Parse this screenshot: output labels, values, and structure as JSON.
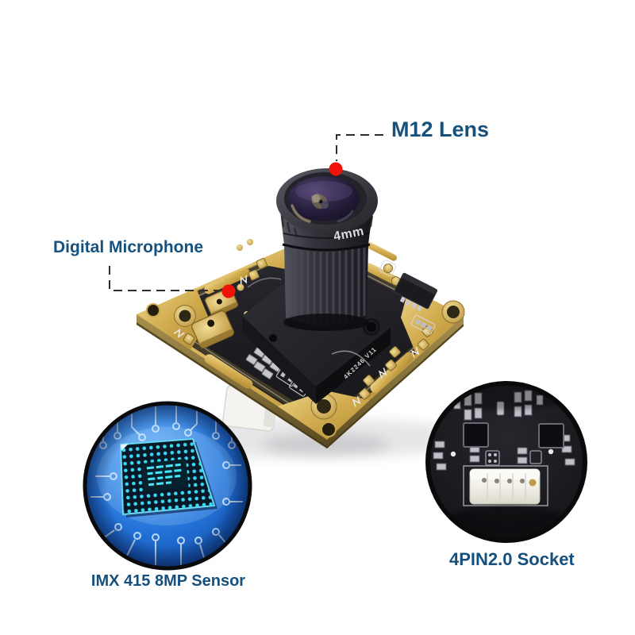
{
  "page": {
    "background": "#ffffff",
    "type": "product-photo-with-callouts"
  },
  "callouts": {
    "lens": {
      "label": "M12 Lens"
    },
    "microphone": {
      "label": "Digital Microphone"
    }
  },
  "module": {
    "lens_marking": "4mm",
    "silkscreen_marking": "4K2246 V11"
  },
  "insets": {
    "sensor": {
      "caption": "IMX 415 8MP Sensor"
    },
    "socket": {
      "caption": "4PIN2.0 Socket"
    }
  },
  "colors": {
    "accent_text": "#16507d",
    "marker_red": "#ee1208",
    "leader_line": "#2e2e2e",
    "pcb_black": "#1d1d22",
    "pcb_gold": "#c9a23f",
    "sensor_pcb_blue": "#1861c9",
    "bga_ball_cyan": "#38d8f4",
    "lens_glass_purple": "#241c33",
    "socket_white": "#f2f1ec"
  }
}
